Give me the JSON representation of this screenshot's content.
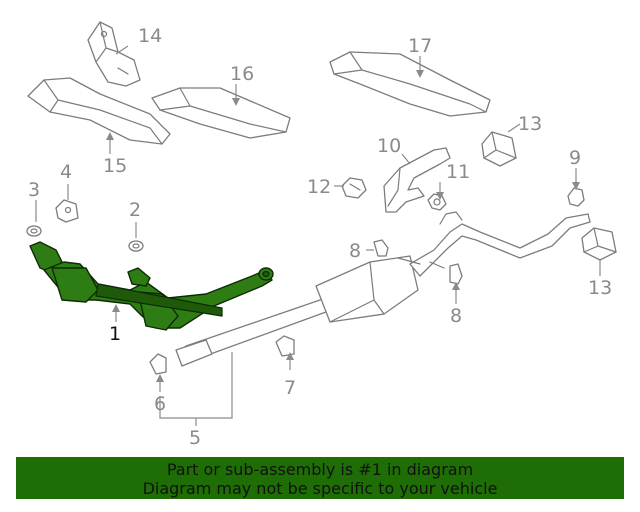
{
  "callouts": {
    "c1": "1",
    "c2": "2",
    "c3": "3",
    "c4": "4",
    "c5": "5",
    "c6": "6",
    "c7": "7",
    "c8a": "8",
    "c8b": "8",
    "c9": "9",
    "c10": "10",
    "c11": "11",
    "c12": "12",
    "c13a": "13",
    "c13b": "13",
    "c14": "14",
    "c15": "15",
    "c16": "16",
    "c17": "17"
  },
  "banner": {
    "line1": "Part or sub-assembly is #1 in diagram",
    "line2": "Diagram may not be specific to your vehicle"
  },
  "colors": {
    "highlight": "#2e7d14",
    "banner": "#1f6e05",
    "line_art": "#7c7c7c"
  }
}
